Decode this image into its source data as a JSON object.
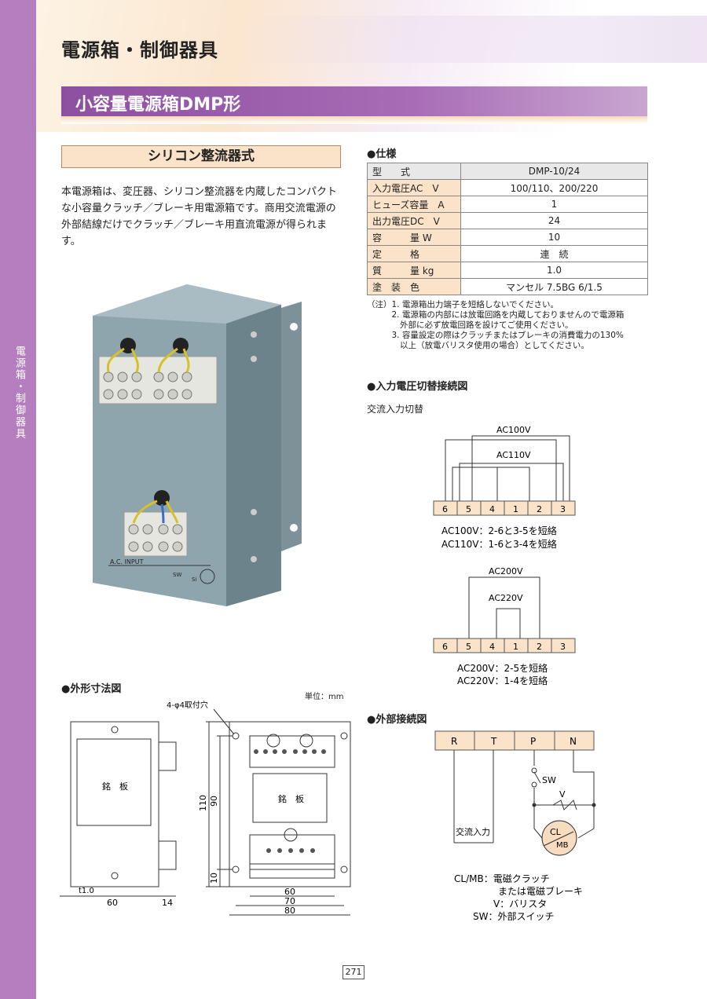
{
  "side_label": "電源箱・制御器具",
  "header": {
    "title": "電源箱・制御器具",
    "subtitle": "小容量電源箱DMP形"
  },
  "type_label": "シリコン整流器式",
  "description": "本電源箱は、変圧器、シリコン整流器を内蔵したコンパクトな小容量クラッチ／ブレーキ用電源箱です。商用交流電源の外部結線だけでクラッチ／ブレーキ用直流電源が得られます。",
  "photo_labels": {
    "input": "A.C. INPUT",
    "sw": "SW",
    "si": "Si"
  },
  "spec": {
    "heading": "●仕様",
    "rows": [
      {
        "key": "型　　式",
        "value": "DMP-10/24"
      },
      {
        "key": "入力電圧AC　V",
        "value": "100/110、200/220"
      },
      {
        "key": "ヒューズ容量　A",
        "value": "1"
      },
      {
        "key": "出力電圧DC　V",
        "value": "24"
      },
      {
        "key": "容　　　量 W",
        "value": "10"
      },
      {
        "key": "定　　　格",
        "value": "連　続"
      },
      {
        "key": "質　　　量 kg",
        "value": "1.0"
      },
      {
        "key": "塗　装　色",
        "value": "マンセル 7.5BG 6/1.5"
      }
    ],
    "notes": [
      "（注）1. 電源箱出力端子を短絡しないでください。",
      "　　　2. 電源箱の内部には放電回路を内蔵しておりませんので電源箱",
      "　　　　外部に必ず放電回路を設けてご使用ください。",
      "　　　3. 容量設定の際はクラッチまたはブレーキの消費電力の130%",
      "　　　　以上（放電バリスタ使用の場合）としてください。"
    ]
  },
  "voltage": {
    "heading": "●入力電圧切替接続図",
    "sub": "交流入力切替",
    "terminals": [
      "6",
      "5",
      "4",
      "1",
      "2",
      "3"
    ],
    "d1_labels": [
      "AC100V",
      "AC110V"
    ],
    "d1_notes": [
      "AC100V：2-6と3-5を短絡",
      "AC110V：1-6と3-4を短絡"
    ],
    "d2_labels": [
      "AC200V",
      "AC220V"
    ],
    "d2_notes": [
      "AC200V：2-5を短絡",
      "AC220V：1-4を短絡"
    ]
  },
  "dimension": {
    "heading": "●外形寸法図",
    "unit": "単位：mm",
    "hole": "4-φ4取付穴",
    "nameplate": "銘　板",
    "dims": [
      "110",
      "90",
      "10",
      "t1.0",
      "60",
      "14",
      "60",
      "70",
      "80"
    ]
  },
  "external": {
    "heading": "●外部接続図",
    "terminals": [
      "R",
      "T",
      "P",
      "N"
    ],
    "ac_input": "交流入力",
    "sw": "SW",
    "v": "V",
    "cl": "CL",
    "mb": "MB",
    "legend": [
      "CL/MB：電磁クラッチ",
      "または電磁ブレーキ",
      "V：バリスタ",
      "SW：外部スイッチ"
    ]
  },
  "page_number": "271"
}
